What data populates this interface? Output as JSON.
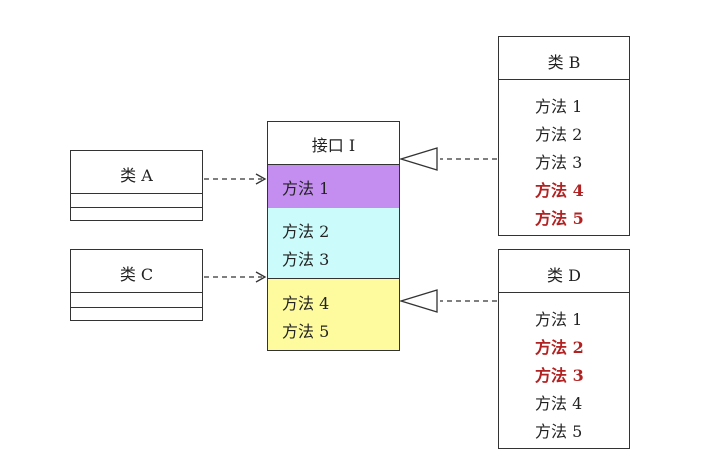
{
  "interface": {
    "title": "接口 I",
    "groups": [
      {
        "color": "#c48ef0",
        "methods": [
          "方法 1"
        ]
      },
      {
        "color": "#ccfbfb",
        "methods": [
          "方法 2",
          "方法 3"
        ]
      },
      {
        "color": "#fdfb9e",
        "methods": [
          "方法 4",
          "方法 5"
        ]
      }
    ]
  },
  "class_a": {
    "title": "类 A"
  },
  "class_c": {
    "title": "类 C"
  },
  "class_b": {
    "title": "类 B",
    "methods": [
      {
        "label": "方法 1",
        "highlight": false
      },
      {
        "label": "方法 2",
        "highlight": false
      },
      {
        "label": "方法 3",
        "highlight": false
      },
      {
        "label": "方法 4",
        "highlight": true
      },
      {
        "label": "方法 5",
        "highlight": true
      }
    ]
  },
  "class_d": {
    "title": "类 D",
    "methods": [
      {
        "label": "方法 1",
        "highlight": false
      },
      {
        "label": "方法 2",
        "highlight": true
      },
      {
        "label": "方法 3",
        "highlight": true
      },
      {
        "label": "方法 4",
        "highlight": false
      },
      {
        "label": "方法 5",
        "highlight": false
      }
    ]
  },
  "highlight_color": "#b22222"
}
